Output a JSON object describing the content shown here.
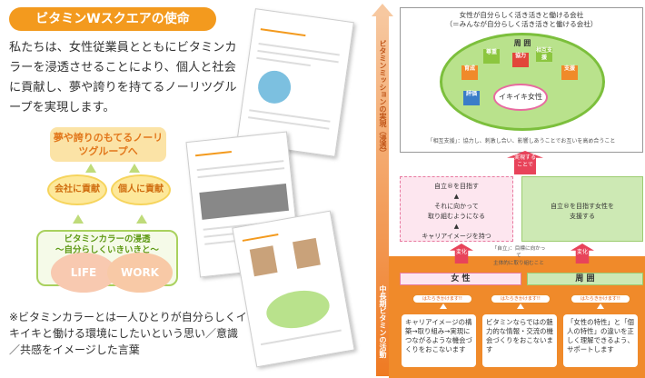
{
  "left": {
    "title": "ビタミンWスクエアの使命",
    "intro": "私たちは、女性従業員とともにビタミンカラーを浸透させることにより、個人と社会に貢献し、夢や誇りを持てるノーリツグループを実現します。",
    "goal": "夢や誇りのもてるノーリツグループへ",
    "contrib_society": "会社に貢献",
    "contrib_individual": "個人に貢献",
    "vitamin_spread": "ビタミンカラーの浸透\n〜自分らしくいきいきと〜",
    "life": "LIFE",
    "work": "WORK",
    "note": "※ビタミンカラーとは一人ひとりが自分らしくイキイキと働ける環境にしたいという思い／意識／共感をイメージした言葉"
  },
  "right": {
    "vertical_top": "ビタミンミッションの実現（浸透）",
    "vertical_bottom": "中長期ビタミンの活動",
    "top_title": "女性が自分らしく活き活きと働ける会社\n（＝みんなが自分らしく活き活きと働ける会社）",
    "surrounding": "周 囲",
    "tags": [
      "尊重",
      "協力",
      "相互支援",
      "育成",
      "支援",
      "評価"
    ],
    "iki_woman": "イキイキ女性",
    "top_note": "「相互支援」：協力し、刺激し合い、影響しあうことでお互いを高め合うこと",
    "realize": "実現する\nことで",
    "mid_left": "自立®を目指す\n▲\nそれに向かって\n取り組むようになる\n▲\nキャリアイメージを持つ",
    "mid_right": "自立®を目指す女性を\n支援する",
    "mid_note": "「自立」：目標に向かって\n主体的に取り組むこと",
    "change": "変化",
    "role_woman": "女 性",
    "role_around": "周 囲",
    "hatara": "はたらきかけます!!",
    "act1": "キャリアイメージの構築→取り組み→実現につながるような機会づくりをおこないます",
    "act2": "ビタミンならではの魅力的な情報・交流の機会づくりをおこないます",
    "act3": "「女性の特性」と「個人の特性」の違いを正しく理解できるよう、サポートします"
  }
}
